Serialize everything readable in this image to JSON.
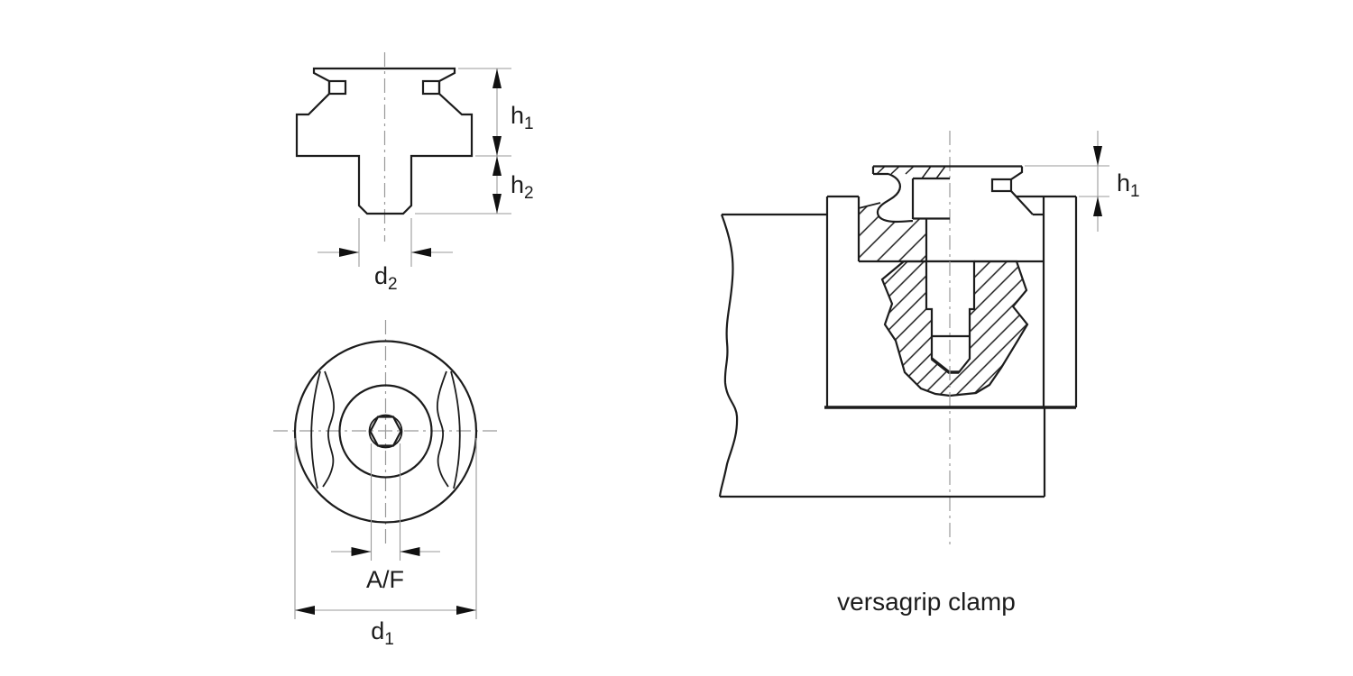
{
  "caption": "versagrip clamp",
  "labels": {
    "h1": {
      "base": "h",
      "sub": "1"
    },
    "h2": {
      "base": "h",
      "sub": "2"
    },
    "d1": {
      "base": "d",
      "sub": "1"
    },
    "d2": {
      "base": "d",
      "sub": "2"
    },
    "af": "A/F"
  },
  "colors": {
    "outline": "#1c1c1c",
    "dimension_lines": "#9a9a9a",
    "arrowheads": "#111111",
    "background": "#ffffff"
  }
}
